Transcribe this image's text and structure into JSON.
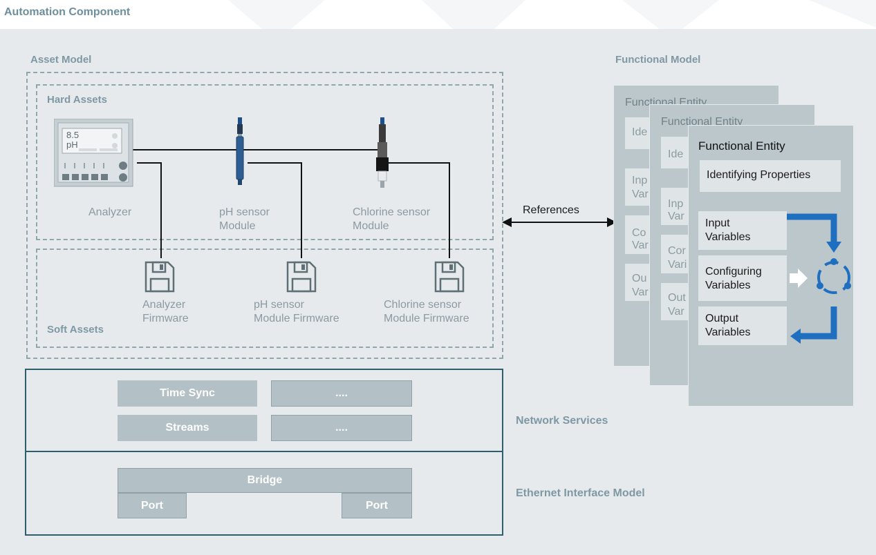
{
  "title": "Automation Component",
  "asset_model": {
    "label": "Asset Model",
    "hard_assets": {
      "label": "Hard Assets",
      "analyzer_display": {
        "value": "8.5",
        "unit": "pH"
      },
      "devices": [
        {
          "label_line1": "Analyzer",
          "label_line2": ""
        },
        {
          "label_line1": "pH sensor",
          "label_line2": "Module"
        },
        {
          "label_line1": "Chlorine sensor",
          "label_line2": "Module"
        }
      ]
    },
    "soft_assets": {
      "label": "Soft Assets",
      "firmware": [
        {
          "line1": "Analyzer",
          "line2": "Firmware",
          "icon": "floppy-disk-icon"
        },
        {
          "line1": "pH sensor",
          "line2": "Module Firmware",
          "icon": "floppy-disk-icon"
        },
        {
          "line1": "Chlorine sensor",
          "line2": "Module Firmware",
          "icon": "floppy-disk-icon"
        }
      ]
    }
  },
  "references_label": "References",
  "functional_model": {
    "label": "Functional Model",
    "back_card_title": "Functional Entity",
    "back_card_fragments": [
      "Ide",
      "Inp",
      "Var",
      "Co",
      "Var",
      "Ou",
      "Var"
    ],
    "mid_card_title": "Functional Entity",
    "mid_card_fragments": [
      "Ide",
      "Inp",
      "Var",
      "Cor",
      "Vari",
      "Out",
      "Var"
    ],
    "front_card": {
      "title": "Functional Entity",
      "identifying": "Identifying Properties",
      "input": [
        "Input",
        "Variables"
      ],
      "configuring": [
        "Configuring",
        "Variables"
      ],
      "output": [
        "Output",
        "Variables"
      ],
      "cycle_icon": "cycle-arrows-icon"
    }
  },
  "network_services": {
    "label": "Network Services",
    "items": [
      "Time Sync",
      "....",
      "Streams",
      "...."
    ]
  },
  "ethernet_interface": {
    "label": "Ethernet Interface Model",
    "bridge": "Bridge",
    "ports": [
      "Port",
      "Port"
    ]
  },
  "colors": {
    "panel": "#e6eaec",
    "accent_blue": "#1f6fc0",
    "line_dark": "#111111",
    "net_border": "#2e5d6c"
  }
}
